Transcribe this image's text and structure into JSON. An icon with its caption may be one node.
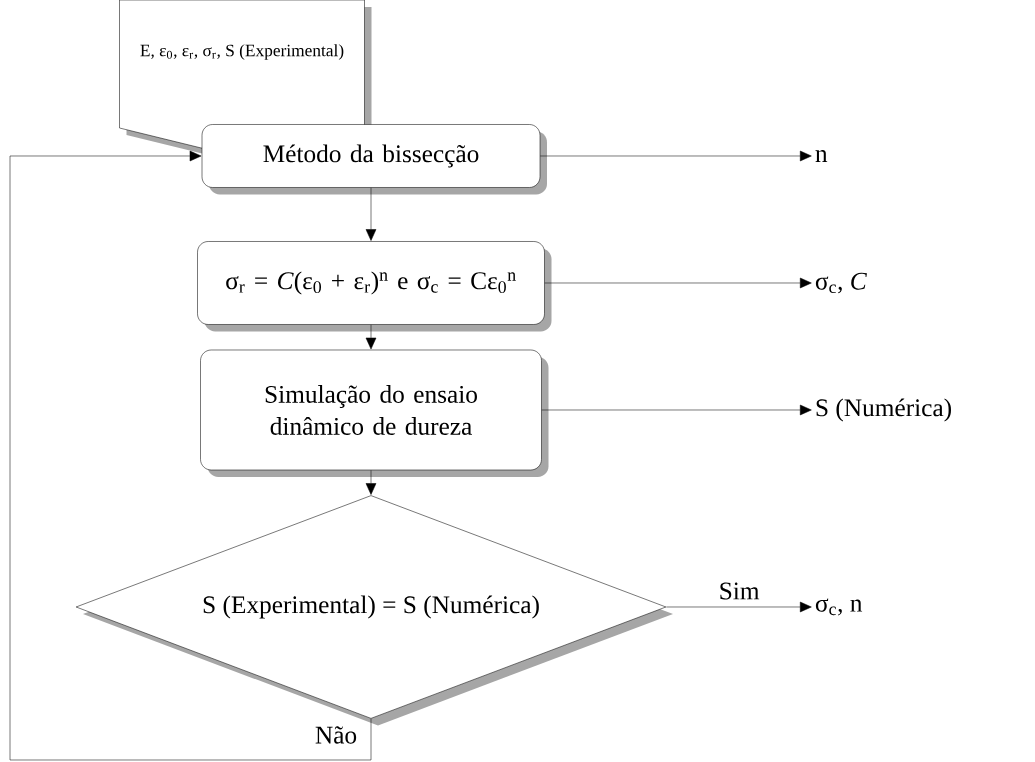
{
  "diagram": {
    "nodes": [
      {
        "text": [
          "E, ε$_{0}$, ε$_{r}$, σ$_{r}$, S (Experimental)"
        ]
      },
      {
        "text": [
          "Método da bissecção"
        ]
      },
      {
        "text": [
          "σ$_{r}$ = *C*(ε$_{0}$ + ε$_{r}$)$^{n}$  e  σ$_{c}$ = Cε$_{0}$$^{n}$"
        ]
      },
      {
        "text": [
          "Simulação do ensaio dinâmico de dureza"
        ]
      },
      {
        "text": [
          "S (Experimental) = S (Numérica)"
        ]
      },
      {
        "text": [
          "n"
        ]
      },
      {
        "text": [
          "σ$_{c}$, *C*"
        ]
      },
      {
        "text": [
          "S (Numérica)"
        ]
      },
      {
        "text": [
          "σ$_{c}$, n"
        ]
      }
    ],
    "edges": [
      {
        "from": 1,
        "to": 2,
        "arrow": "to"
      },
      {
        "from": 2,
        "to": 3,
        "arrow": "to"
      },
      {
        "from": 3,
        "to": 4,
        "arrow": "to"
      },
      {
        "from": 1,
        "to": 5,
        "arrow": "to"
      },
      {
        "from": 2,
        "to": 6,
        "arrow": "to"
      },
      {
        "from": 3,
        "to": 7,
        "arrow": "to"
      },
      {
        "from": 4,
        "to": 8,
        "arrow": "to",
        "label": "Sim"
      },
      {
        "from": 4,
        "to": 1,
        "arrow": "to",
        "label": "Não"
      }
    ]
  }
}
